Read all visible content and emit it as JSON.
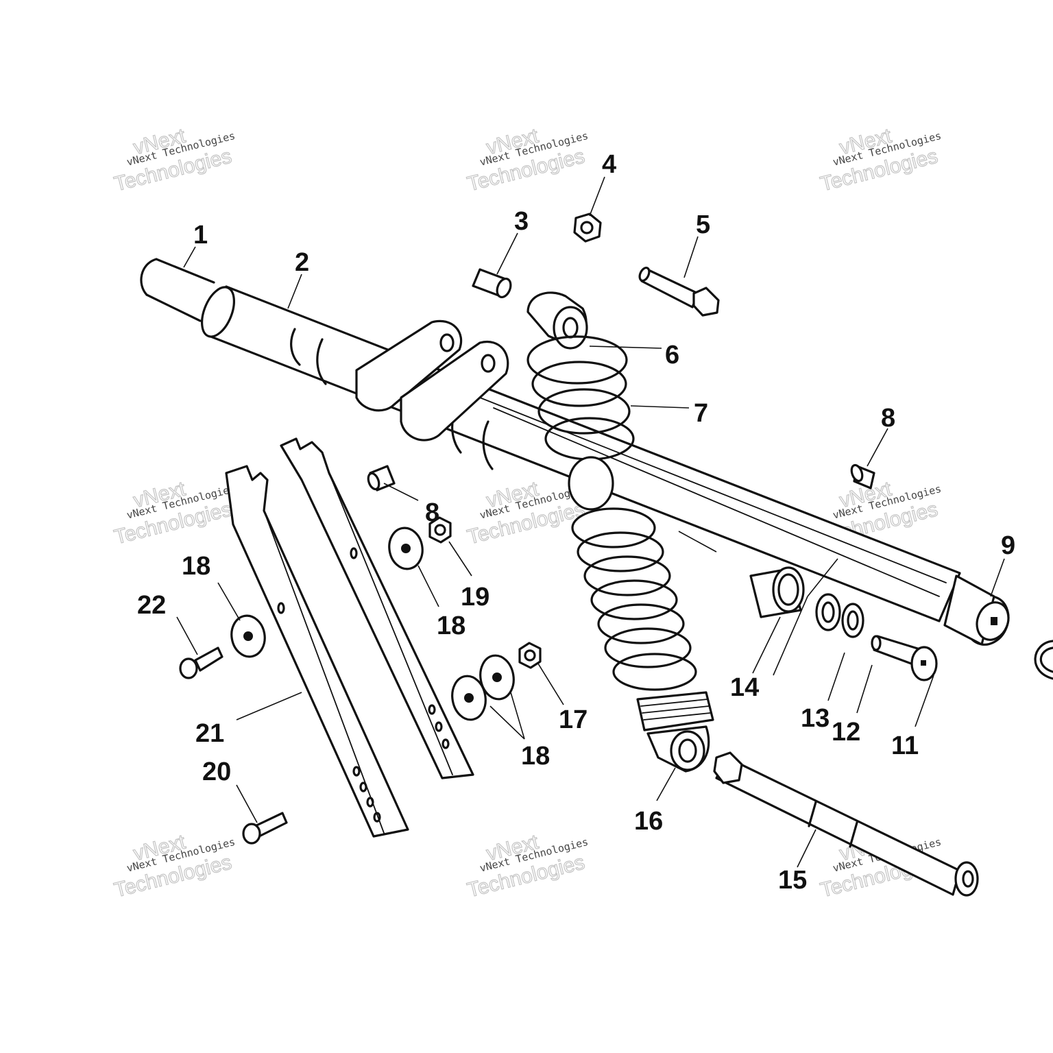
{
  "watermark": {
    "brand_small": "vNext",
    "line_small": "vNext Technologies",
    "line_big": "Technologies"
  },
  "callouts": {
    "c1": "1",
    "c2": "2",
    "c3": "3",
    "c4": "4",
    "c5": "5",
    "c6": "6",
    "c7": "7",
    "c8a": "8",
    "c8b": "8",
    "c9": "9",
    "c11": "11",
    "c12": "12",
    "c13": "13",
    "c14": "14",
    "c15": "15",
    "c16": "16",
    "c17": "17",
    "c18a": "18",
    "c18b": "18",
    "c18c": "18",
    "c19": "19",
    "c20": "20",
    "c21": "21",
    "c22": "22"
  }
}
